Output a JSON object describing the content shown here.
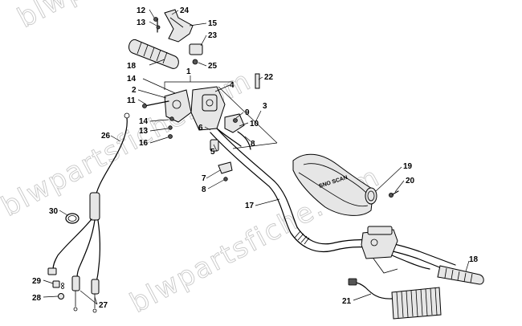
{
  "watermark": "blwpartsfiche.com",
  "decal_text": "SNO SCAN",
  "callouts": [
    "1",
    "2",
    "3",
    "4",
    "5",
    "6",
    "7",
    "8",
    "9",
    "10",
    "11",
    "12",
    "13",
    "14",
    "15",
    "16",
    "17",
    "18",
    "19",
    "20",
    "21",
    "22",
    "23",
    "24",
    "25",
    "26",
    "27",
    "28",
    "29",
    "30"
  ],
  "callout_labels": {
    "n1": "1",
    "n2": "2",
    "n3": "3",
    "n4": "4",
    "n5": "5",
    "n6": "6",
    "n7": "7",
    "n8": "8",
    "n9": "9",
    "n10": "10",
    "n11": "11",
    "n12": "12",
    "n13": "13",
    "n14": "14",
    "n15": "15",
    "n16": "16",
    "n17": "17",
    "n18": "18",
    "n19": "19",
    "n20": "20",
    "n21": "21",
    "n22": "22",
    "n23": "23",
    "n24": "24",
    "n25": "25",
    "n26": "26",
    "n27": "27",
    "n28": "28",
    "n29": "29",
    "n30": "30"
  }
}
